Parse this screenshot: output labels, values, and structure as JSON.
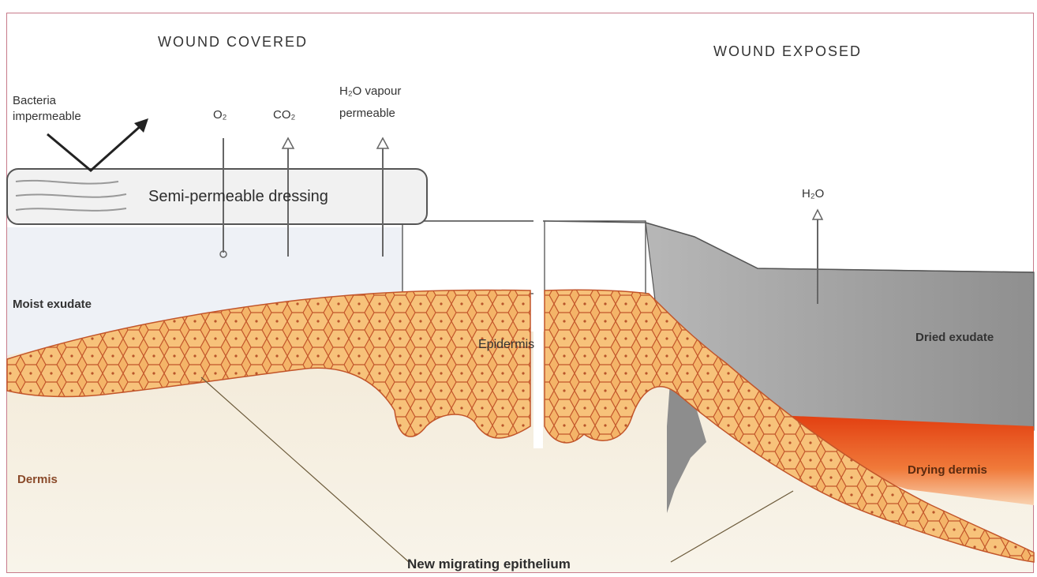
{
  "headings": {
    "left": "WOUND COVERED",
    "right": "WOUND EXPOSED"
  },
  "dressing": {
    "label": "Semi-permeable dressing",
    "bacteria_line1": "Bacteria",
    "bacteria_line2": "impermeable",
    "o2": "O₂",
    "co2": "CO₂",
    "vapour_line1": "H₂O vapour",
    "vapour_line2": "permeable"
  },
  "exposed": {
    "h2o": "H₂O",
    "dried_exudate": "Dried exudate",
    "drying_dermis": "Drying dermis"
  },
  "layers": {
    "moist_exudate": "Moist exudate",
    "epidermis": "Epidermis",
    "dermis": "Dermis",
    "new_epithelium": "New migrating epithelium"
  },
  "colors": {
    "epithelium": "#f0a050",
    "epithelium_cells": "#c2552a",
    "dermis": "#f6efe0",
    "exudate_moist": "#eef1f6",
    "exudate_dried": "#9a9a9a",
    "drying_dermis": "#e0521d"
  }
}
